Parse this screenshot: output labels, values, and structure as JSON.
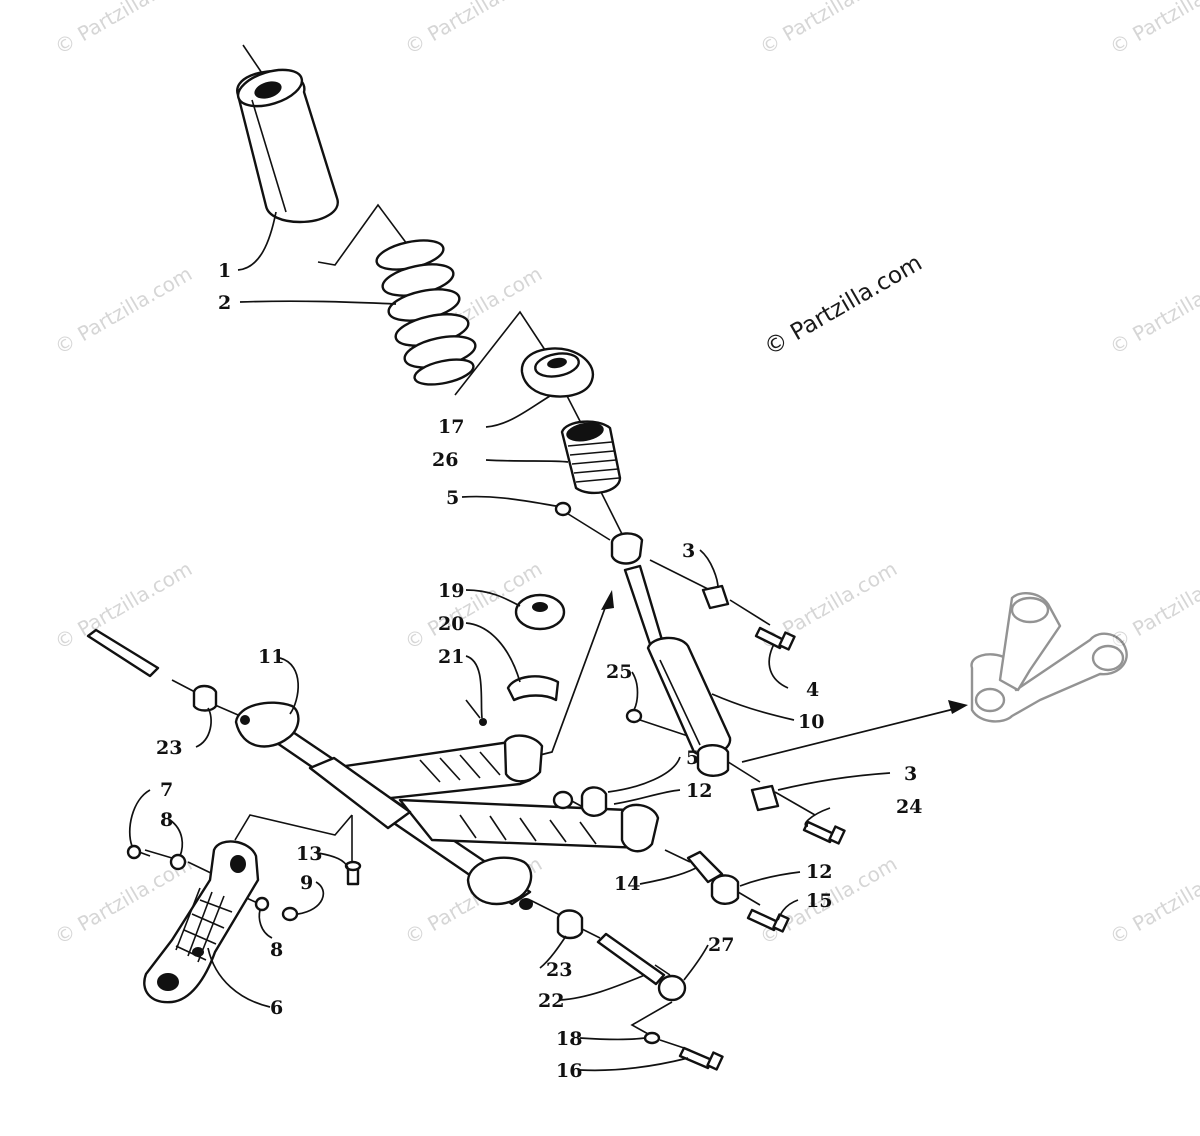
{
  "copyright": "© Partzilla.com",
  "watermark_text": "© Partzilla.com",
  "colors": {
    "ink": "#111111",
    "watermark": "#d6d6d6",
    "background": "#ffffff"
  },
  "callouts": [
    {
      "id": "c1",
      "label": "1"
    },
    {
      "id": "c2",
      "label": "2"
    },
    {
      "id": "c17",
      "label": "17"
    },
    {
      "id": "c26",
      "label": "26"
    },
    {
      "id": "c5a",
      "label": "5"
    },
    {
      "id": "c3a",
      "label": "3"
    },
    {
      "id": "c19",
      "label": "19"
    },
    {
      "id": "c20",
      "label": "20"
    },
    {
      "id": "c21",
      "label": "21"
    },
    {
      "id": "c11",
      "label": "11"
    },
    {
      "id": "c25",
      "label": "25"
    },
    {
      "id": "c4",
      "label": "4"
    },
    {
      "id": "c10",
      "label": "10"
    },
    {
      "id": "c23a",
      "label": "23"
    },
    {
      "id": "c5b",
      "label": "5"
    },
    {
      "id": "c12a",
      "label": "12"
    },
    {
      "id": "c3b",
      "label": "3"
    },
    {
      "id": "c24",
      "label": "24"
    },
    {
      "id": "c7",
      "label": "7"
    },
    {
      "id": "c8a",
      "label": "8"
    },
    {
      "id": "c13",
      "label": "13"
    },
    {
      "id": "c9",
      "label": "9"
    },
    {
      "id": "c14",
      "label": "14"
    },
    {
      "id": "c12b",
      "label": "12"
    },
    {
      "id": "c15",
      "label": "15"
    },
    {
      "id": "c8b",
      "label": "8"
    },
    {
      "id": "c27",
      "label": "27"
    },
    {
      "id": "c6",
      "label": "6"
    },
    {
      "id": "c23b",
      "label": "23"
    },
    {
      "id": "c22",
      "label": "22"
    },
    {
      "id": "c18",
      "label": "18"
    },
    {
      "id": "c16",
      "label": "16"
    }
  ]
}
